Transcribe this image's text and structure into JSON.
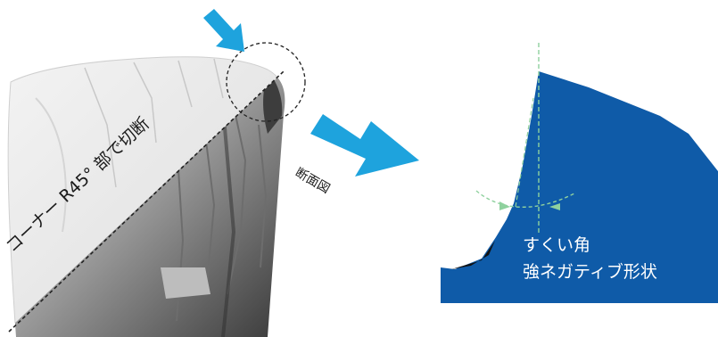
{
  "cut_label": "コーナー R45° 部で切断",
  "section_label": "断面図",
  "rake_label": {
    "line1": "すくい角",
    "line2": "強ネガティブ形状"
  },
  "colors": {
    "blue_section": "#0F5BA8",
    "arrow_cyan": "#1EA3DD",
    "angle_green": "#8FD19E",
    "text_dark": "#1a1a1a"
  }
}
